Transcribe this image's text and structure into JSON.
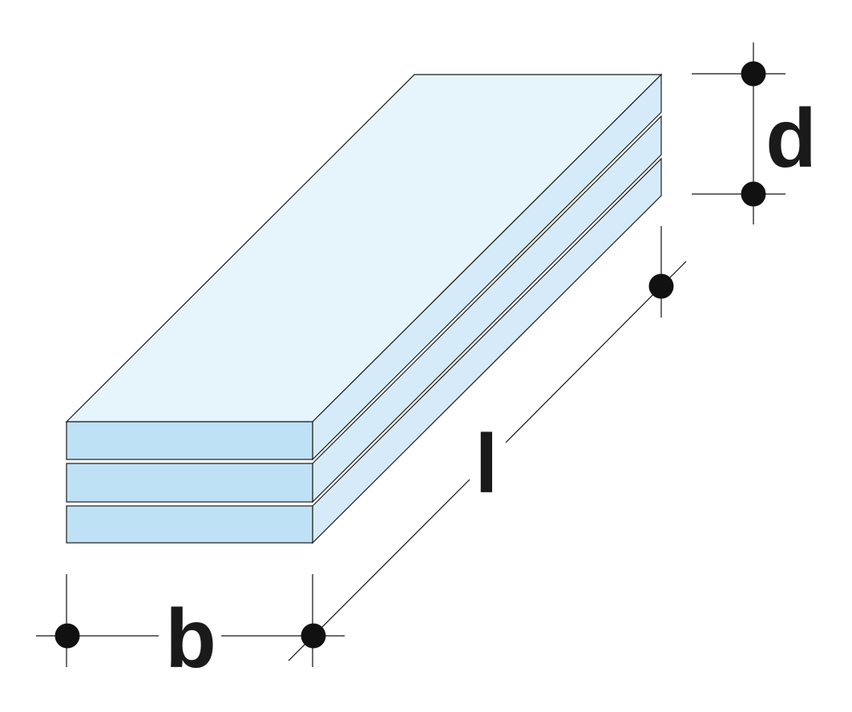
{
  "labels": {
    "width": "b",
    "length": "l",
    "thickness": "d"
  },
  "layers": 3,
  "colors": {
    "top_face": "#e6f4fc",
    "side_face": "#d6ebf9",
    "front_face": "#bfe1f6",
    "outline": "#1a1a1a",
    "dimension": "#111111"
  }
}
